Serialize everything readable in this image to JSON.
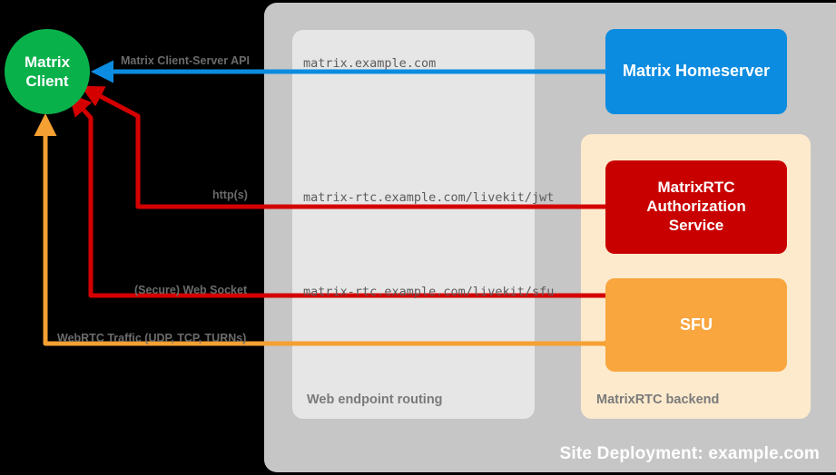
{
  "diagram": {
    "site_deployment_label": "Site Deployment: example.com",
    "web_routing_label": "Web endpoint routing",
    "rtc_backend_label": "MatrixRTC backend",
    "colors": {
      "client_green": "#09b14b",
      "homeserver_blue": "#0c8ce0",
      "auth_red": "#c90000",
      "sfu_orange": "#f9a63f",
      "site_gray": "#c6c6c6",
      "routing_gray": "#e6e6e6",
      "backend_peach": "#fdeacd",
      "background": "#000000"
    }
  },
  "nodes": {
    "client": {
      "line1": "Matrix",
      "line2": "Client"
    },
    "homeserver": {
      "label": "Matrix Homeserver"
    },
    "auth_service": {
      "line1": "MatrixRTC",
      "line2": "Authorization",
      "line3": "Service"
    },
    "sfu": {
      "label": "SFU"
    }
  },
  "edges": [
    {
      "id": "cs-api",
      "protocol_label": "Matrix Client-Server API",
      "endpoint_label": "matrix.example.com",
      "color": "#0c8ce0",
      "from": "homeserver",
      "to": "client"
    },
    {
      "id": "jwt",
      "protocol_label": "http(s)",
      "endpoint_label": "matrix-rtc.example.com/livekit/jwt",
      "color": "#d40000",
      "from": "client",
      "to": "auth_service"
    },
    {
      "id": "websocket",
      "protocol_label": "(Secure) Web Socket",
      "endpoint_label": "matrix-rtc.example.com/livekit/sfu",
      "color": "#d40000",
      "from": "client",
      "to": "sfu"
    },
    {
      "id": "webrtc",
      "protocol_label": "WebRTC Traffic (UDP, TCP, TURNs)",
      "endpoint_label": "",
      "color": "#f5a033",
      "from": "client",
      "to": "sfu"
    }
  ]
}
